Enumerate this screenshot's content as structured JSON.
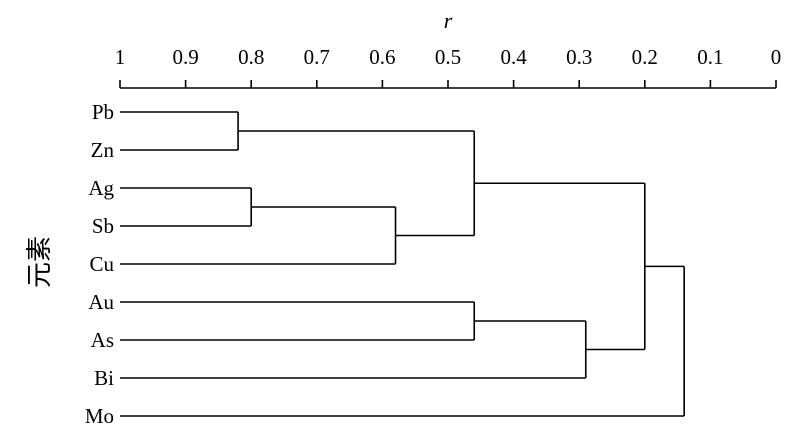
{
  "chart_data": {
    "type": "dendrogram",
    "title": "",
    "xlabel": "r",
    "ylabel": "元素",
    "xlim": [
      1,
      0
    ],
    "xticks": [
      "1",
      "0.9",
      "0.8",
      "0.7",
      "0.6",
      "0.5",
      "0.4",
      "0.3",
      "0.2",
      "0.1",
      "0"
    ],
    "leaves": [
      "Pb",
      "Zn",
      "Ag",
      "Sb",
      "Cu",
      "Au",
      "As",
      "Bi",
      "Mo"
    ],
    "merges": [
      {
        "members": [
          "Pb",
          "Zn"
        ],
        "r": 0.82
      },
      {
        "members": [
          "Ag",
          "Sb"
        ],
        "r": 0.8
      },
      {
        "members": [
          "Ag-Sb",
          "Cu"
        ],
        "r": 0.58
      },
      {
        "members": [
          "Pb-Zn",
          "Ag-Sb-Cu"
        ],
        "r": 0.46
      },
      {
        "members": [
          "Au",
          "As"
        ],
        "r": 0.46
      },
      {
        "members": [
          "Au-As",
          "Bi"
        ],
        "r": 0.29
      },
      {
        "members": [
          "Pb-Zn-Ag-Sb-Cu",
          "Au-As-Bi"
        ],
        "r": 0.2
      },
      {
        "members": [
          "Pb-Zn-Ag-Sb-Cu-Au-As-Bi",
          "Mo"
        ],
        "r": 0.14
      }
    ]
  }
}
